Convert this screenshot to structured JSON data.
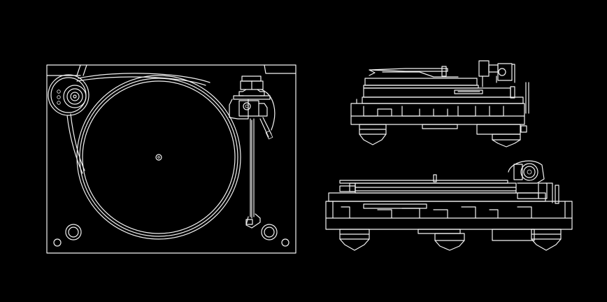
{
  "drawing": {
    "line_color": "#f2f2f2",
    "background_color": "#000000",
    "views": [
      {
        "id": "top-view"
      },
      {
        "id": "rear-side-view"
      },
      {
        "id": "front-side-view"
      }
    ]
  }
}
